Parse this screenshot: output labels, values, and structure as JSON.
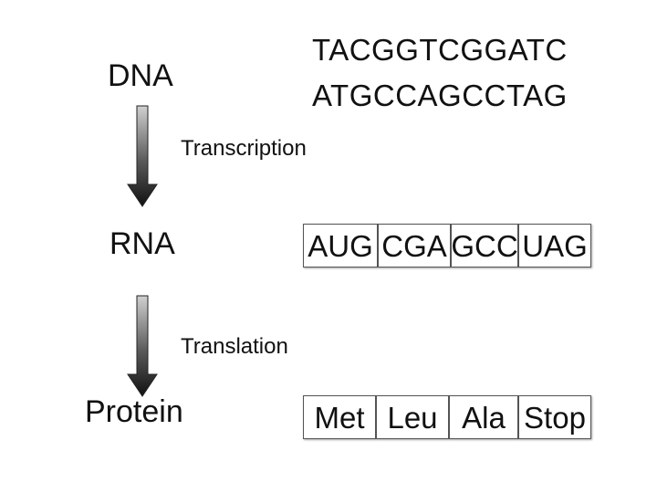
{
  "labels": {
    "dna": "DNA",
    "rna": "RNA",
    "protein": "Protein"
  },
  "processes": {
    "transcription": "Transcription",
    "translation": "Translation"
  },
  "dna_sequence": {
    "strand_top": "TACGGTCGGATC",
    "strand_bottom": "ATGCCAGCCTAG"
  },
  "rna_codons": [
    "AUG",
    "CGA",
    "GCC",
    "UAG"
  ],
  "amino_acids": [
    "Met",
    "Leu",
    "Ala",
    "Stop"
  ],
  "colors": {
    "arrow_dark": "#1a1a1a",
    "arrow_light": "#bdbdbd",
    "box_border": "#555555"
  }
}
